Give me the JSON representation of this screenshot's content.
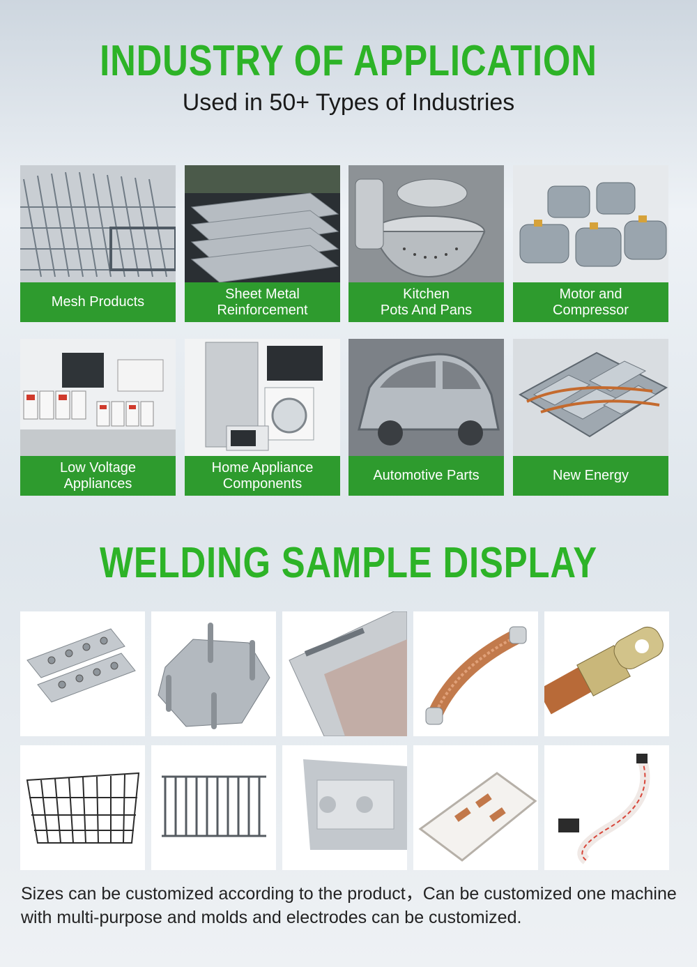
{
  "section1": {
    "title": "INDUSTRY OF APPLICATION",
    "subtitle": "Used in 50+ Types of Industries",
    "industries": [
      {
        "label": "Mesh Products",
        "icon": "shopping-cart-mesh-photo"
      },
      {
        "label": "Sheet Metal\nReinforcement",
        "icon": "sheet-metal-stack-photo"
      },
      {
        "label": "Kitchen\nPots And Pans",
        "icon": "kitchen-pots-photo"
      },
      {
        "label": "Motor and\nCompressor",
        "icon": "electric-motors-photo"
      },
      {
        "label": "Low Voltage\nAppliances",
        "icon": "circuit-breakers-photo"
      },
      {
        "label": "Home Appliance\nComponents",
        "icon": "home-appliances-photo"
      },
      {
        "label": "Automotive Parts",
        "icon": "car-body-photo"
      },
      {
        "label": "New Energy",
        "icon": "battery-pack-photo"
      }
    ]
  },
  "section2": {
    "title": "WELDING SAMPLE DISPLAY",
    "samples": [
      {
        "icon": "nut-plate-sample"
      },
      {
        "icon": "stud-plate-sample"
      },
      {
        "icon": "frame-sheet-sample"
      },
      {
        "icon": "copper-braid-sample"
      },
      {
        "icon": "copper-lug-sample"
      },
      {
        "icon": "wire-basket-sample"
      },
      {
        "icon": "wire-grill-sample"
      },
      {
        "icon": "spot-weld-plate-sample"
      },
      {
        "icon": "switch-copper-sample"
      },
      {
        "icon": "wire-harness-sample"
      }
    ]
  },
  "footer": {
    "text": "Sizes can be customized according to the product，Can be customized one machine with multi-purpose and molds and electrodes can be customized."
  },
  "colors": {
    "accent_green": "#2db327",
    "label_green": "#2e9b2e"
  }
}
